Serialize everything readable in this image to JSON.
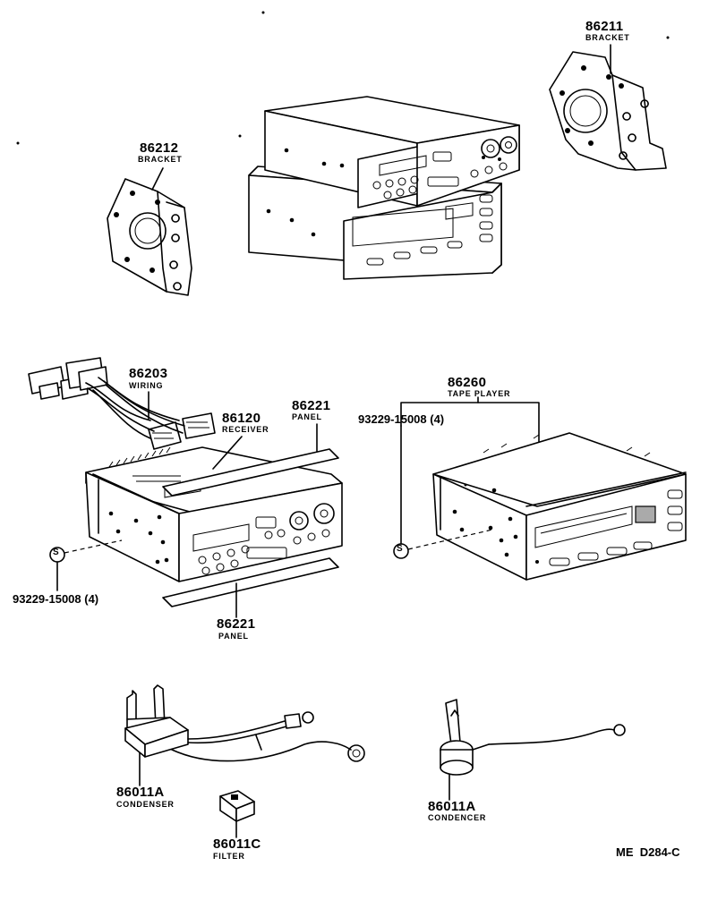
{
  "parts": {
    "bracket_right": {
      "number": "86211",
      "name": "BRACKET"
    },
    "bracket_left": {
      "number": "86212",
      "name": "BRACKET"
    },
    "wiring": {
      "number": "86203",
      "name": "WIRING"
    },
    "receiver": {
      "number": "86120",
      "name": "RECEIVER"
    },
    "panel_top": {
      "number": "86221",
      "name": "PANEL"
    },
    "panel_bottom": {
      "number": "86221",
      "name": "PANEL"
    },
    "tape_player": {
      "number": "86260",
      "name": "TAPE PLAYER"
    },
    "screw_right": {
      "number": "93229-15008 (4)"
    },
    "screw_left": {
      "number": "93229-15008 (4)"
    },
    "condenser_left": {
      "number": "86011A",
      "name": "CONDENSER"
    },
    "condenser_right": {
      "number": "86011A",
      "name": "CONDENCER"
    },
    "filter": {
      "number": "86011C",
      "name": "FILTER"
    }
  },
  "screw_symbol": "S",
  "diagram_ref": "ME  D284-C"
}
